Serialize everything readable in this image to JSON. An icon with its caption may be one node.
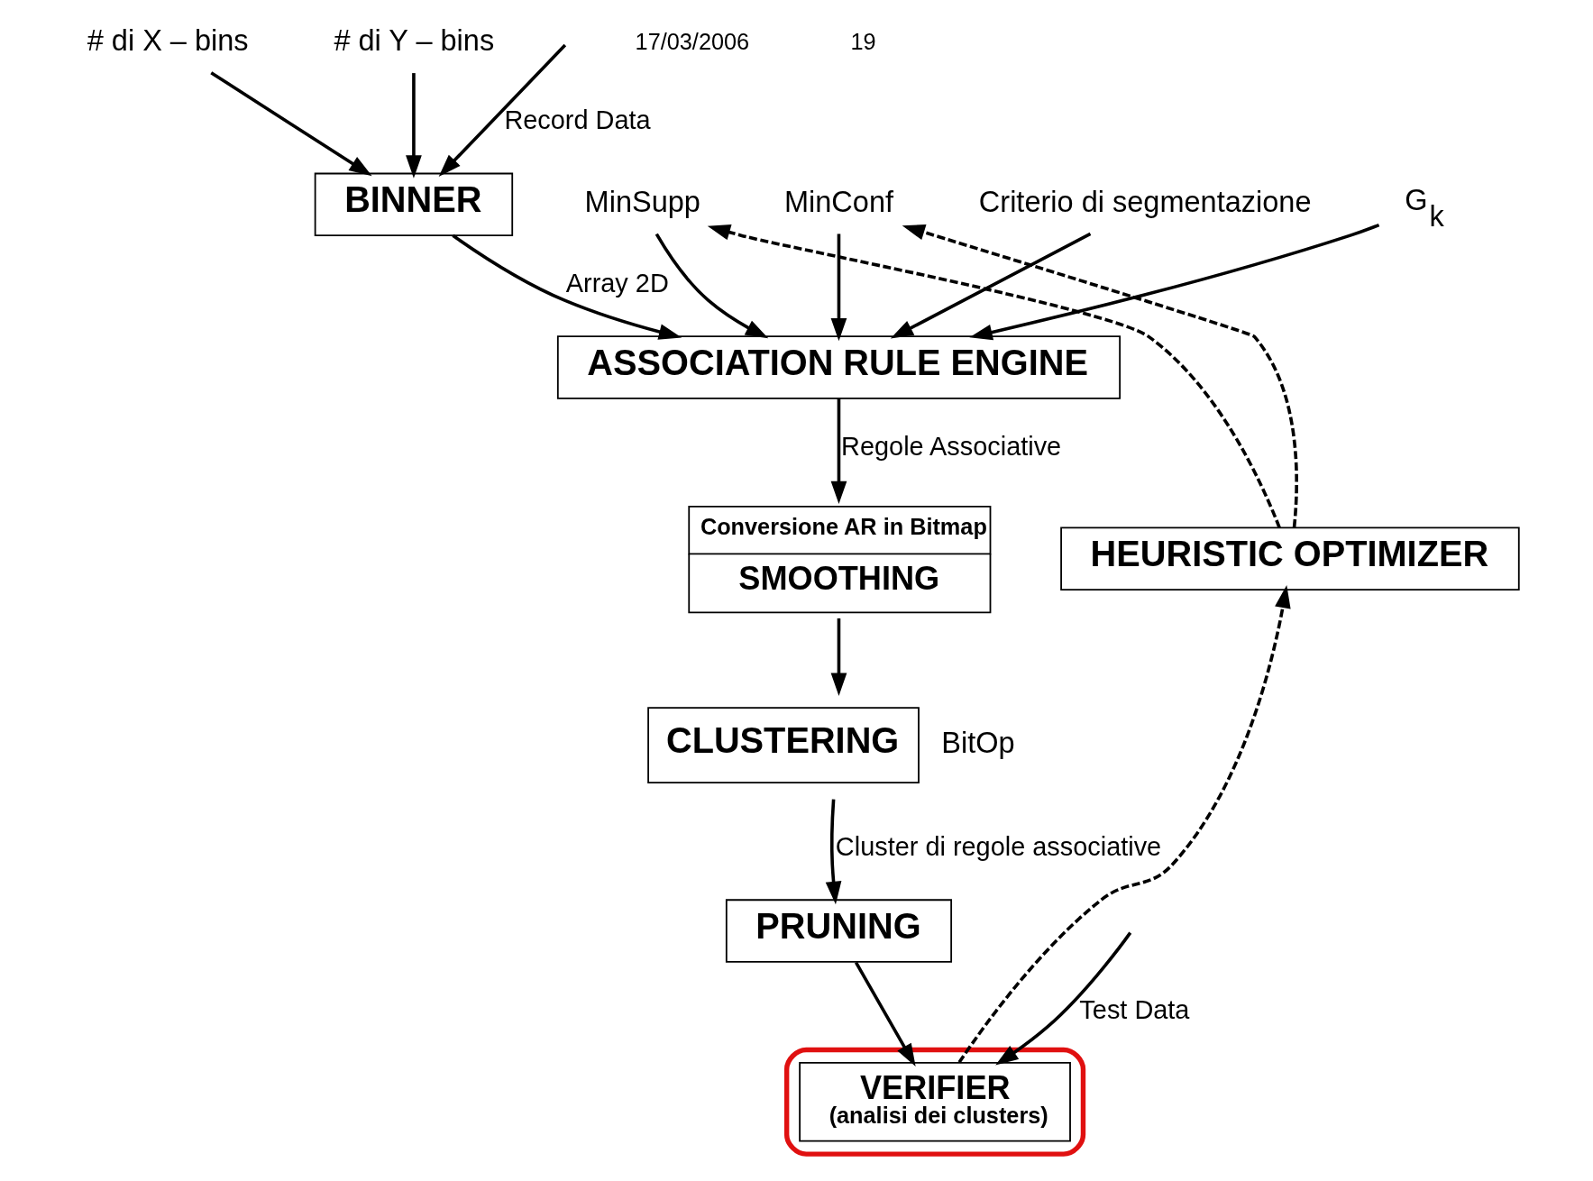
{
  "diagram": {
    "nodes": [
      {
        "text": [
          "# di X – bins"
        ]
      },
      {
        "text": [
          "# di Y – bins"
        ]
      },
      {
        "text": [
          "BINNER"
        ]
      },
      {
        "text": [
          "MinSupp"
        ]
      },
      {
        "text": [
          "MinConf"
        ]
      },
      {
        "text": [
          "ASSOCIATION RULE ENGINE"
        ]
      },
      {
        "text": [
          "Criterio di segmentazione"
        ]
      },
      {
        "text": [
          "G$_{k}$"
        ]
      },
      {
        "text": [
          "HEURISTIC OPTIMIZER"
        ]
      },
      {
        "text": [
          "Conversione AR in Bitmap",
          "SMOOTHING"
        ]
      },
      {
        "text": [
          "CLUSTERING"
        ],
        "beside": [
          "BitOp"
        ]
      },
      {
        "text": [
          "PRUNING"
        ]
      },
      {
        "text": [],
        "shape": "ellipse"
      },
      {
        "text": [
          "VERIFIER",
          "(analisi dei clusters)"
        ],
        "in": 12
      }
    ],
    "edges": [
      {
        "from": null,
        "to": 2,
        "arrow": "to",
        "label": "Record Data"
      },
      {
        "from": 0,
        "to": 2,
        "arrow": "to"
      },
      {
        "from": 1,
        "to": 2,
        "arrow": "to"
      },
      {
        "from": 2,
        "to": 5,
        "arrow": "to",
        "label": "Array 2D"
      },
      {
        "from": 3,
        "to": 5,
        "arrow": "to"
      },
      {
        "from": 4,
        "to": 5,
        "arrow": "to"
      },
      {
        "from": 6,
        "to": 5,
        "arrow": "to"
      },
      {
        "from": 7,
        "to": 5,
        "arrow": "to"
      },
      {
        "from": 5,
        "to": 9,
        "arrow": "to",
        "label": "Regole Associative"
      },
      {
        "from": 9,
        "to": 10,
        "arrow": "to"
      },
      {
        "from": 10,
        "to": 11,
        "arrow": "to",
        "label": "Cluster di regole associative"
      },
      {
        "from": 11,
        "to": 13,
        "arrow": "to"
      },
      {
        "from": null,
        "to": 13,
        "arrow": "to",
        "label": "Test Data"
      },
      {
        "from": 13,
        "to": 8,
        "arrow": "to",
        "style": "dashed"
      },
      {
        "from": 8,
        "to": 3,
        "arrow": "to",
        "style": "dashed"
      },
      {
        "from": 8,
        "to": 4,
        "arrow": "to",
        "style": "dashed"
      }
    ],
    "labels": [
      "17/03/2006",
      "19"
    ]
  }
}
